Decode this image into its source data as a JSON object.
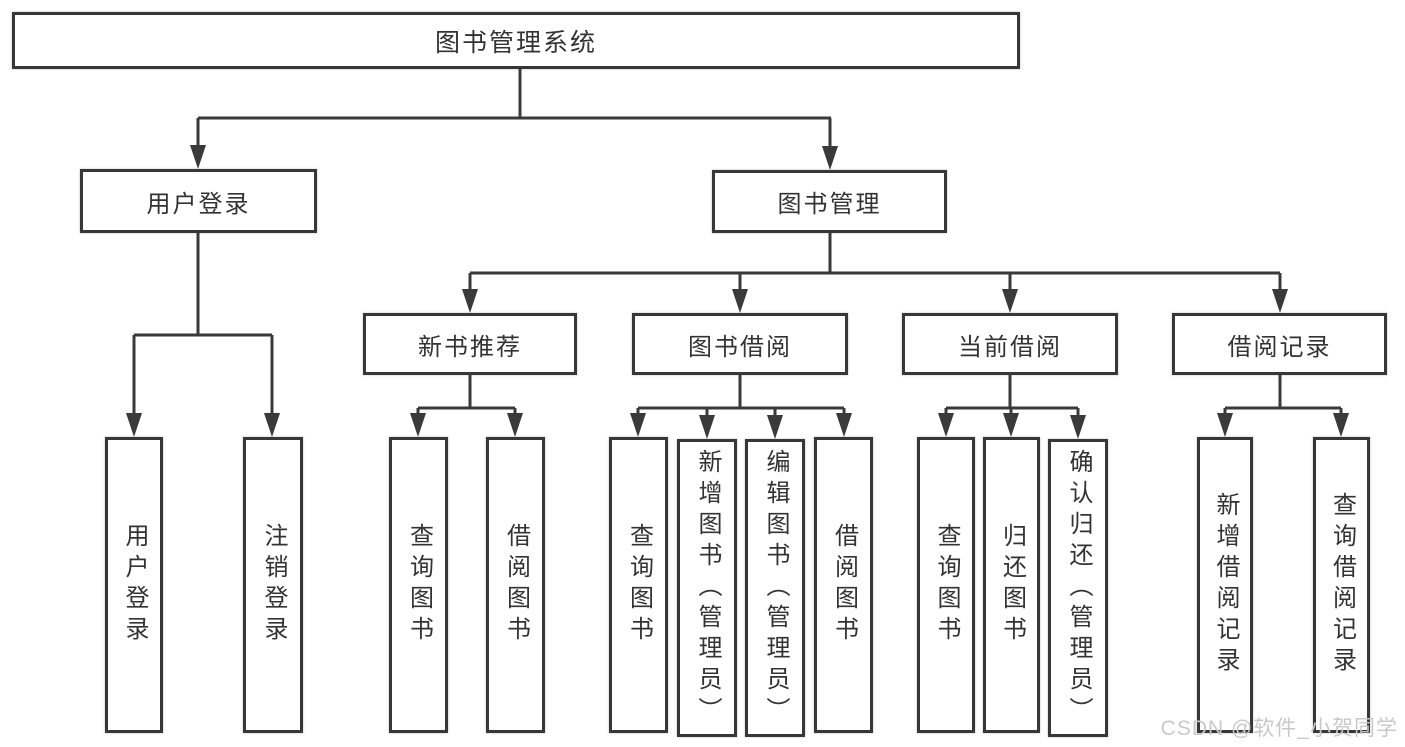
{
  "diagram": {
    "title": "图书管理系统",
    "nodes": {
      "root": "图书管理系统",
      "user_login": "用户登录",
      "book_mgmt": "图书管理",
      "new_books": "新书推荐",
      "book_borrow": "图书借阅",
      "current_borrow": "当前借阅",
      "borrow_records": "借阅记录",
      "ul_login": "用户登录",
      "ul_logout": "注销登录",
      "nb_query": "查询图书",
      "nb_borrow": "借阅图书",
      "bb_query": "查询图书",
      "bb_add": "新增图书（管理员）",
      "bb_edit": "编辑图书（管理员）",
      "bb_borrow": "借阅图书",
      "cb_query": "查询图书",
      "cb_return": "归还图书",
      "cb_confirm": "确认归还（管理员）",
      "br_add": "新增借阅记录",
      "br_query": "查询借阅记录"
    },
    "hierarchy": {
      "图书管理系统": {
        "用户登录": [
          "用户登录",
          "注销登录"
        ],
        "图书管理": {
          "新书推荐": [
            "查询图书",
            "借阅图书"
          ],
          "图书借阅": [
            "查询图书",
            "新增图书（管理员）",
            "编辑图书（管理员）",
            "借阅图书"
          ],
          "当前借阅": [
            "查询图书",
            "归还图书",
            "确认归还（管理员）"
          ],
          "借阅记录": [
            "新增借阅记录",
            "查询借阅记录"
          ]
        }
      }
    },
    "colors": {
      "line": "#3a3a3a",
      "box_border": "#373737",
      "box_background": "#ffffff",
      "text": "#333333",
      "watermark": "#c9c9c9"
    }
  },
  "watermark": {
    "text": "CSDN @软件_小贺同学"
  }
}
